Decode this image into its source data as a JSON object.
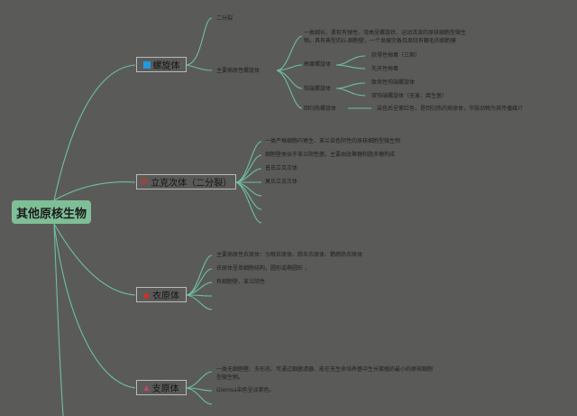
{
  "root": {
    "label": "其他原核生物"
  },
  "colors": {
    "background": "#5a5b59",
    "root_fill": "#7fbf97",
    "link": "#6fbf9e"
  },
  "branches": [
    {
      "label": "螺旋体",
      "icon": "blue-square-icon",
      "icon_color": "#1e9be0",
      "children": [
        {
          "label": "二分裂"
        },
        {
          "label": "主要病原性螺旋体",
          "description": "一类细长、柔软有弹性、弯曲呈螺旋状、运动活泼的原核细胞型微生物。具有典型的G-细胞壁，一个发展完备且周绕有鞭毛的细胞膜",
          "children": [
            {
              "label": "梅毒螺旋体",
              "children": [
                {
                  "label": "获得性梅毒（三期）"
                },
                {
                  "label": "先天性梅毒"
                }
              ]
            },
            {
              "label": "钩端螺旋体",
              "children": [
                {
                  "label": "致病性钩端螺旋体"
                },
                {
                  "label": "双钩端螺旋体（无害、腐生菌）"
                }
              ]
            },
            {
              "label": "回归热螺旋体",
              "children": [
                {
                  "label": "染色后呈紫红色，是回归热的病原体，节肢动物为其传播媒介"
                }
              ]
            }
          ]
        }
      ]
    },
    {
      "label": "立克次体（二分裂）",
      "icon": "red-flower-icon",
      "icon_color": "#c0392b",
      "children": [
        {
          "label": "一类严格细胞内寄生、革兰染色阴性的原核细胞型微生物"
        },
        {
          "label": "细胞壁类似于革兰阴性菌，主要由肽聚糖和脂多糖构成"
        },
        {
          "label": "普氏立克次体"
        },
        {
          "label": "莫氏立克次体"
        }
      ]
    },
    {
      "label": "衣原体",
      "icon": "red-up-arrow-icon",
      "icon_color": "#e0281e",
      "children": [
        {
          "label": "主要病原性衣原体：沙眼衣原体、肺炎衣原体、鹦鹉热衣原体"
        },
        {
          "label": "衣原体呈单细胞结构，圆形或椭圆形 ，"
        },
        {
          "label": "有细胞壁，革兰阴性"
        }
      ]
    },
    {
      "label": "支原体",
      "icon": "pink-triangle-icon",
      "icon_color": "#c2466b",
      "children": [
        {
          "label": "一类无细胞壁、多形态、可通过细菌滤器、能在无生命培养基中生长繁殖的最小的原核细胞型微生物。"
        },
        {
          "label": "Giemsa染色呈淡紫色。"
        }
      ]
    }
  ]
}
